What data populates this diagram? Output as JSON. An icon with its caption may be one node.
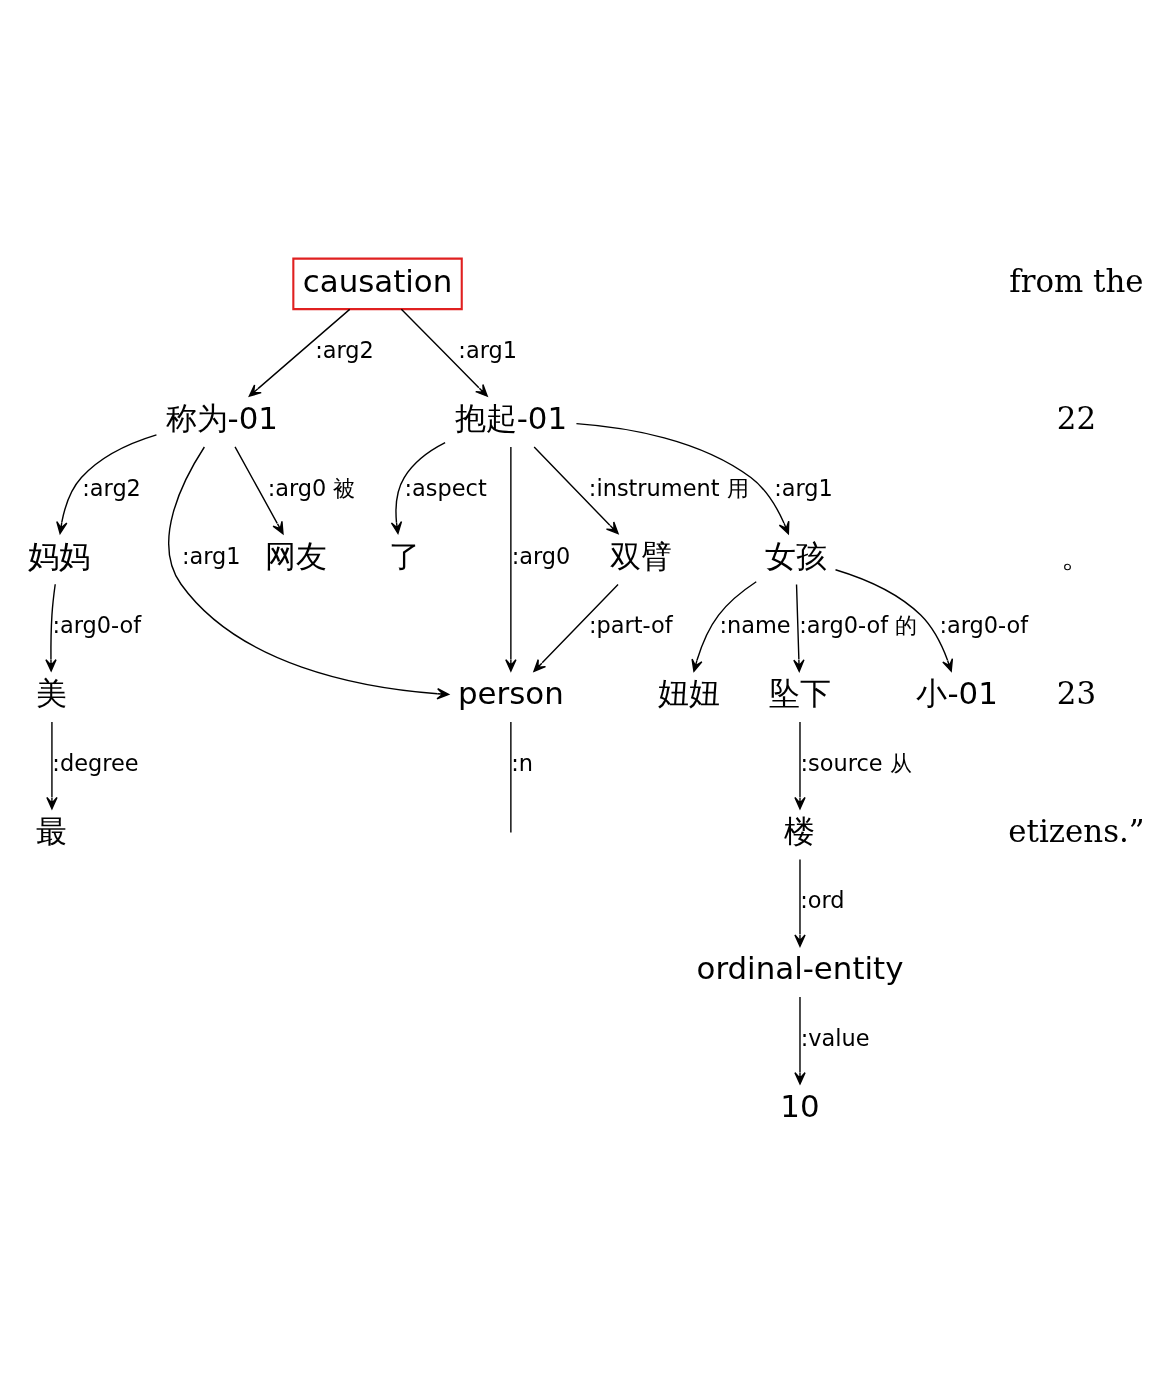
{
  "diagram": {
    "nodes": [
      {
        "text": [
          "causation"
        ]
      },
      {
        "text": [
          "抱起-01"
        ]
      },
      {
        "text": [
          "称为-01"
        ]
      },
      {
        "text": [
          "person"
        ]
      },
      {
        "text": [
          "双臂"
        ]
      },
      {
        "text": [
          "女孩"
        ]
      },
      {
        "text": [
          "了"
        ]
      },
      {
        "text": [
          "网友"
        ]
      },
      {
        "text": [
          "妈妈"
        ]
      },
      {
        "text": [
          "小-01"
        ]
      },
      {
        "text": [
          "妞妞"
        ]
      },
      {
        "text": [
          "坠下"
        ]
      },
      {
        "text": [
          "美"
        ]
      },
      {
        "text": [
          "楼"
        ]
      },
      {
        "text": [
          "最"
        ]
      },
      {
        "text": [
          "ordinal-entity"
        ]
      },
      {
        "text": [
          "10"
        ]
      }
    ],
    "edges": [
      {
        "from": 0,
        "to": 1,
        "arrow": "to",
        "label": ":arg1"
      },
      {
        "from": 0,
        "to": 2,
        "arrow": "to",
        "label": ":arg2"
      },
      {
        "from": 1,
        "to": 3,
        "arrow": "to",
        "label": ":arg0"
      },
      {
        "from": 1,
        "to": 4,
        "arrow": "to",
        "label": ":instrument 用"
      },
      {
        "from": 1,
        "to": 5,
        "arrow": "to",
        "label": ":arg1"
      },
      {
        "from": 1,
        "to": 6,
        "arrow": "to",
        "label": ":aspect"
      },
      {
        "from": 2,
        "to": 3,
        "arrow": "to",
        "label": ":arg1"
      },
      {
        "from": 2,
        "to": 7,
        "arrow": "to",
        "label": ":arg0 被"
      },
      {
        "from": 2,
        "to": 8,
        "arrow": "to",
        "label": ":arg2"
      },
      {
        "from": 4,
        "to": 3,
        "arrow": "to",
        "label": ":part-of"
      },
      {
        "from": 3,
        "to": null,
        "arrow": "none",
        "label": ":n"
      },
      {
        "from": 5,
        "to": 9,
        "arrow": "to",
        "label": ":arg0-of"
      },
      {
        "from": 5,
        "to": 10,
        "arrow": "to",
        "label": ":name"
      },
      {
        "from": 5,
        "to": 11,
        "arrow": "to",
        "label": ":arg0-of 的"
      },
      {
        "from": 8,
        "to": 12,
        "arrow": "to",
        "label": ":arg0-of"
      },
      {
        "from": 11,
        "to": 13,
        "arrow": "to",
        "label": ":source 从"
      },
      {
        "from": 12,
        "to": 14,
        "arrow": "to",
        "label": ":degree"
      },
      {
        "from": 13,
        "to": 15,
        "arrow": "to",
        "label": ":ord"
      },
      {
        "from": 15,
        "to": 16,
        "arrow": "to",
        "label": ":value"
      }
    ],
    "labels": [
      "from the",
      "22",
      "。",
      "23",
      "etizens.”"
    ]
  }
}
